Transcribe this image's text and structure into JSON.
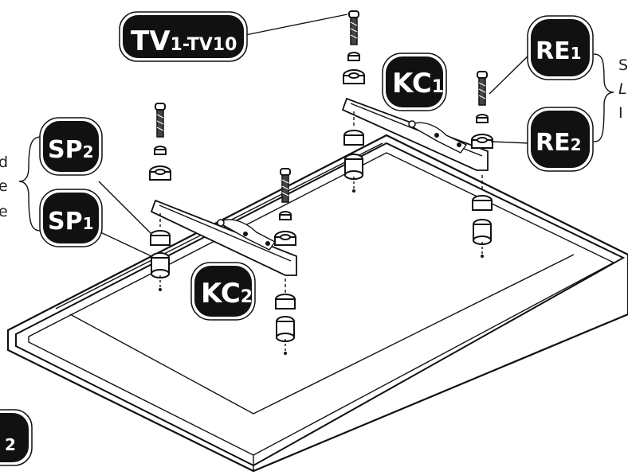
{
  "labels": {
    "tv": {
      "main": "TV",
      "sub": "1-TV",
      "sub2": "10"
    },
    "kc1": {
      "main": "KC",
      "sub": "1"
    },
    "kc2": {
      "main": "KC",
      "sub": "2"
    },
    "re1": {
      "main": "RE",
      "sub": "1"
    },
    "re2": {
      "main": "RE",
      "sub": "2"
    },
    "sp1": {
      "main": "SP",
      "sub": "1"
    },
    "sp2": {
      "main": "SP",
      "sub": "2"
    },
    "partial": {
      "sub": "2"
    }
  },
  "side_text": {
    "left": [
      "d",
      "e",
      "e"
    ],
    "right": [
      "S",
      "L",
      "I"
    ]
  },
  "colors": {
    "badge": "#111111",
    "badge_text": "#ffffff",
    "line": "#111111"
  }
}
